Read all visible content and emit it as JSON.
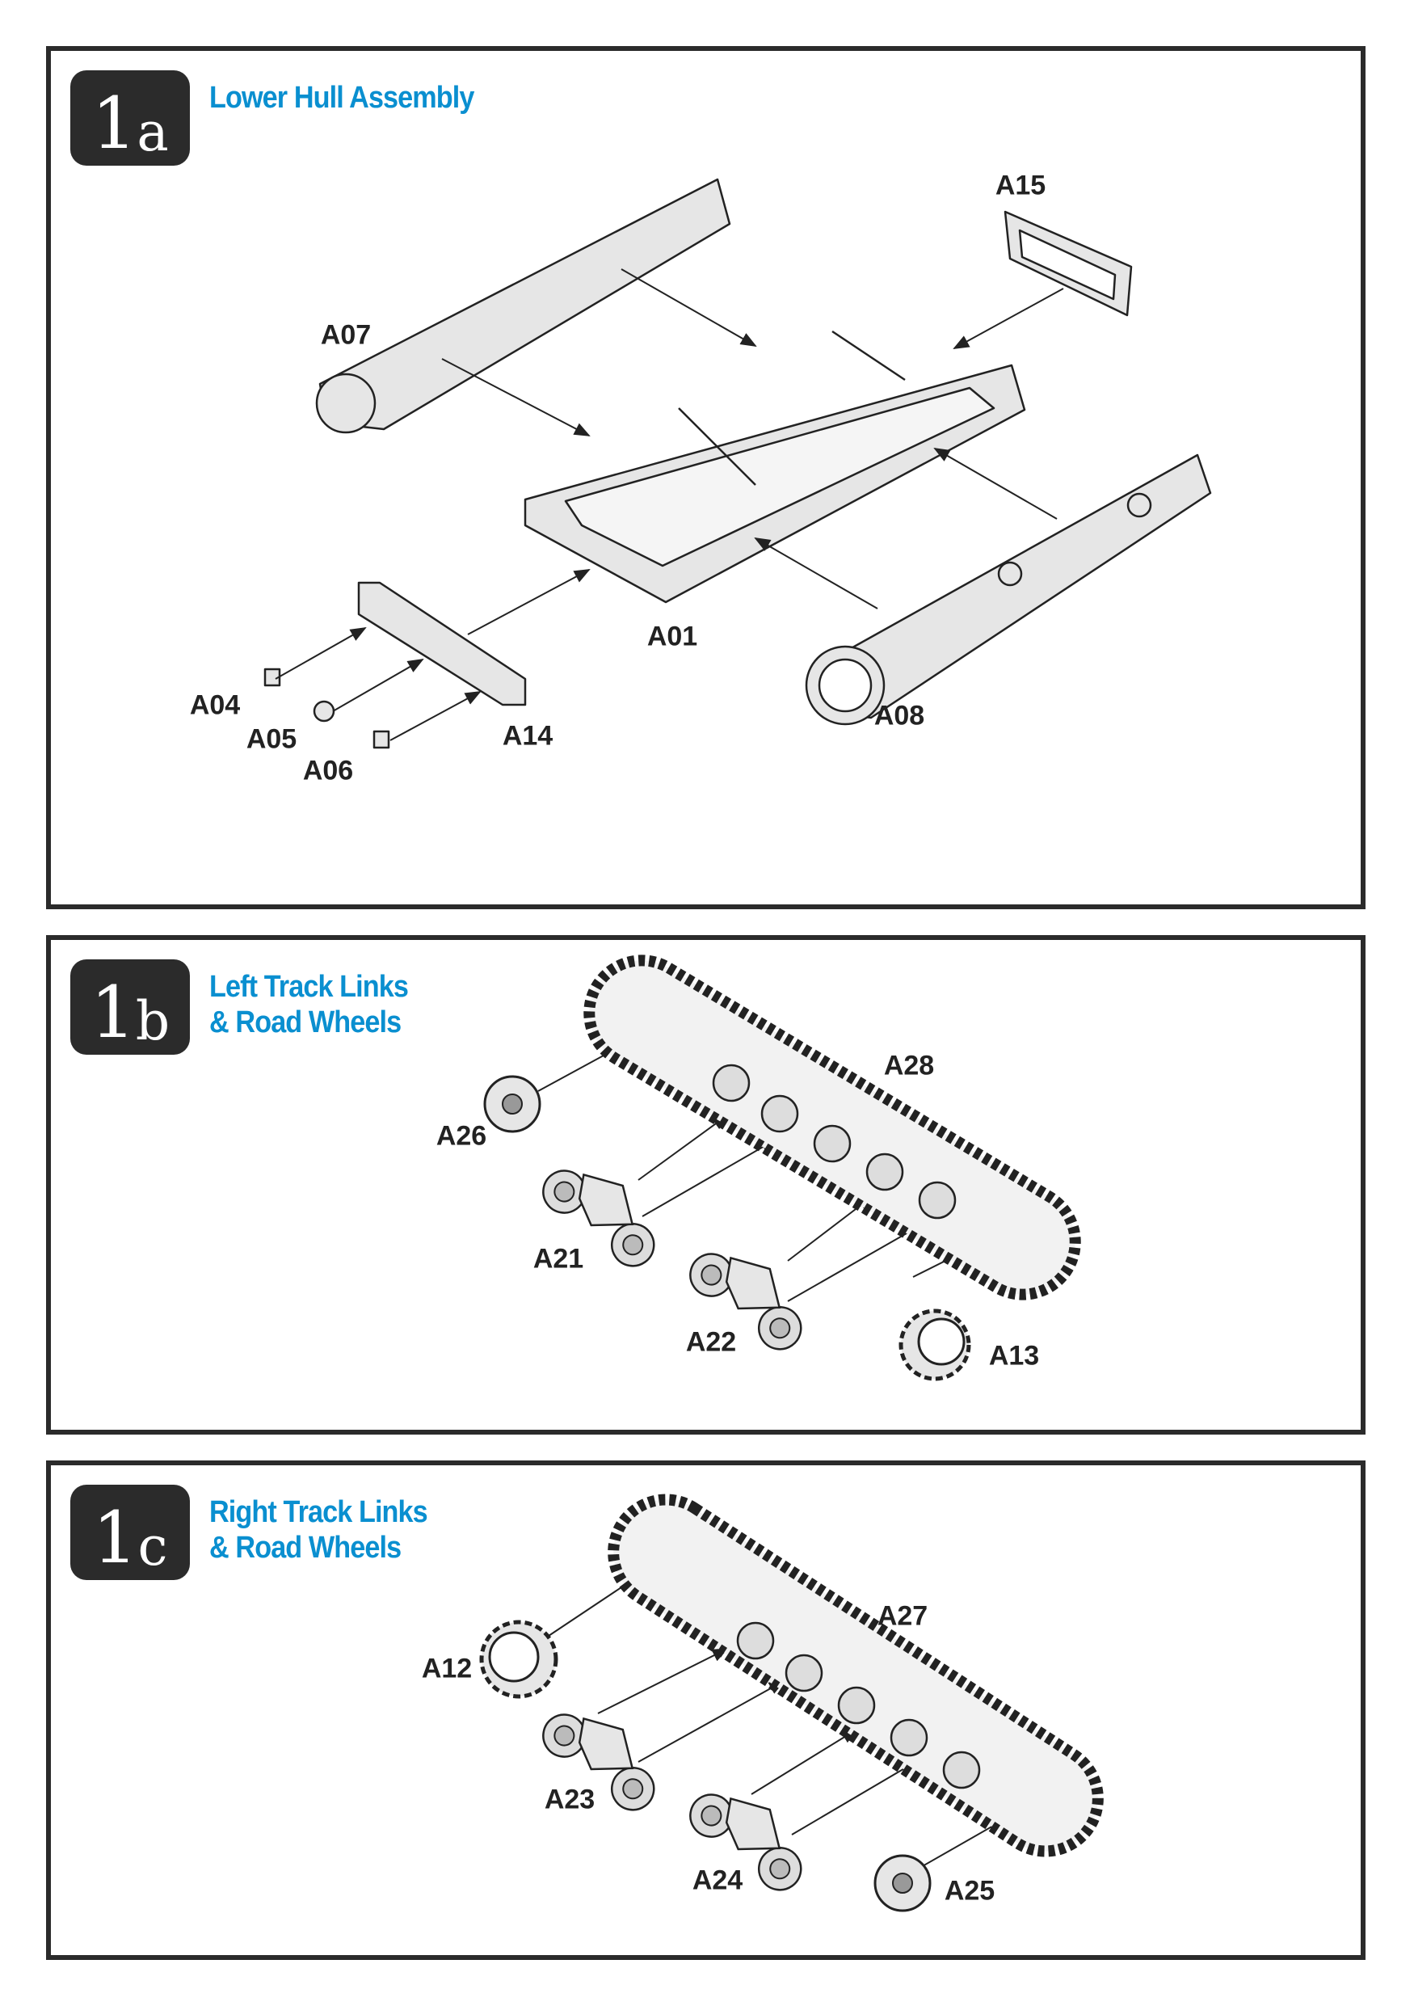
{
  "colors": {
    "accent": "#0a8fd0",
    "frame": "#2b2b2b",
    "part_fill": "#e6e6e6"
  },
  "panels": [
    {
      "number": "1",
      "letter": "a",
      "title": [
        "Lower Hull Assembly"
      ],
      "parts": [
        "A15",
        "A07",
        "A01",
        "A04",
        "A05",
        "A06",
        "A14",
        "A08"
      ]
    },
    {
      "number": "1",
      "letter": "b",
      "title": [
        "Left Track Links",
        "& Road Wheels"
      ],
      "parts": [
        "A28",
        "A26",
        "A21",
        "A22",
        "A13"
      ]
    },
    {
      "number": "1",
      "letter": "c",
      "title": [
        "Right Track Links",
        "& Road Wheels"
      ],
      "parts": [
        "A27",
        "A12",
        "A23",
        "A24",
        "A25"
      ]
    }
  ]
}
